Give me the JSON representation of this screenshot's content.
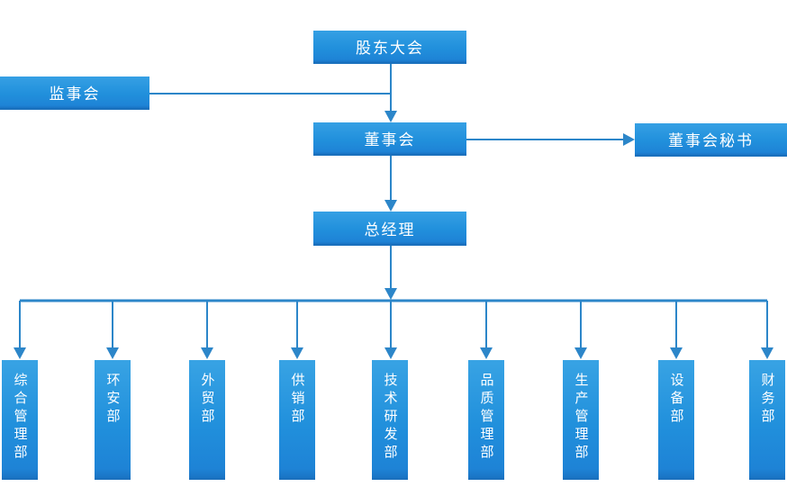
{
  "diagram": {
    "type": "org-chart",
    "language": "zh-CN"
  },
  "nodes": {
    "shareholders": {
      "label": "股东大会"
    },
    "supervisory": {
      "label": "监事会"
    },
    "board": {
      "label": "董事会"
    },
    "secretary": {
      "label": "董事会秘书"
    },
    "gm": {
      "label": "总经理"
    }
  },
  "departments": [
    {
      "label": "综合管理部"
    },
    {
      "label": "环安部"
    },
    {
      "label": "外贸部"
    },
    {
      "label": "供销部"
    },
    {
      "label": "技术研发部"
    },
    {
      "label": "品质管理部"
    },
    {
      "label": "生产管理部"
    },
    {
      "label": "设备部"
    },
    {
      "label": "财务部"
    }
  ],
  "colors": {
    "node_gradient_top": "#36a0e4",
    "node_gradient_bottom": "#1a74c4",
    "node_border_bottom": "#1a70bd",
    "connector_line": "#2c86c9",
    "node_text": "#ffffff",
    "background": "#ffffff"
  }
}
